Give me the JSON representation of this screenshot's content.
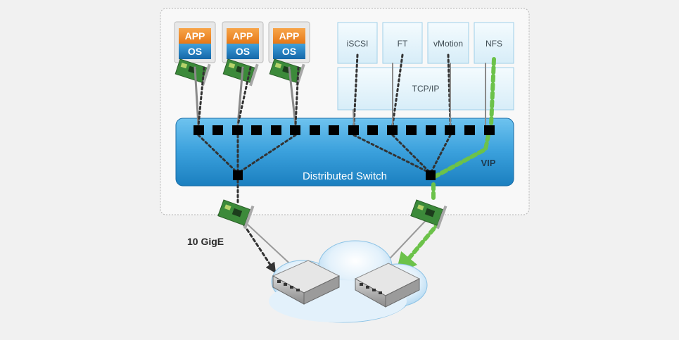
{
  "vms": [
    {
      "app": "APP",
      "os": "OS"
    },
    {
      "app": "APP",
      "os": "OS"
    },
    {
      "app": "APP",
      "os": "OS"
    }
  ],
  "services": [
    "iSCSI",
    "FT",
    "vMotion",
    "NFS"
  ],
  "tcpip_label": "TCP/IP",
  "switch_label": "Distributed Switch",
  "vip_label": "VIP",
  "link_label": "10 GigE",
  "colors": {
    "app": "#f08a24",
    "os": "#1f7fc4",
    "switch": "#3aa0dc",
    "highlight": "#6cc24a"
  }
}
